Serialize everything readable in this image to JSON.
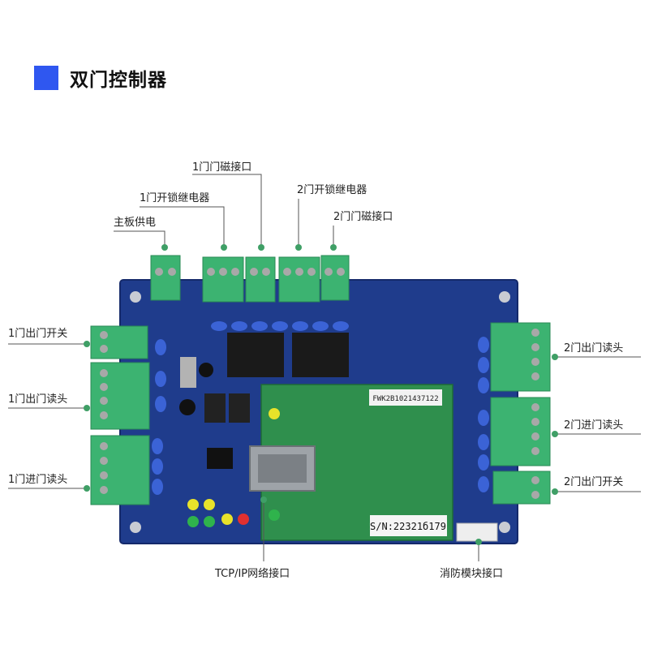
{
  "title": "双门控制器",
  "colors": {
    "accent": "#2f57f0",
    "board": "#1e3a8a",
    "terminal": "#3cb371",
    "dot": "#3f9f66"
  },
  "labels": {
    "door1_magnet": "1门门磁接口",
    "door1_relay": "1门开锁继电器",
    "power": "主板供电",
    "door2_relay": "2门开锁继电器",
    "door2_magnet": "2门门磁接口",
    "door1_exit_switch": "1门出门开关",
    "door1_exit_reader": "1门出门读头",
    "door1_entry_reader": "1门进门读头",
    "door2_exit_reader": "2门出门读头",
    "door2_entry_reader": "2门进门读头",
    "door2_exit_switch": "2门出门开关",
    "tcp_port": "TCP/IP网络接口",
    "fire_module": "消防模块接口"
  },
  "board_text": {
    "serial": "S/N:22321б179",
    "small_sticker": "FWK2B1021437122"
  }
}
